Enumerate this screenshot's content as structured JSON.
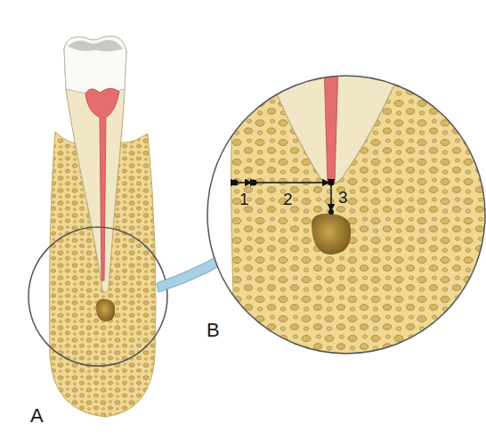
{
  "diagram": {
    "labels": [
      "1",
      "2",
      "3",
      "B",
      "A"
    ]
  }
}
